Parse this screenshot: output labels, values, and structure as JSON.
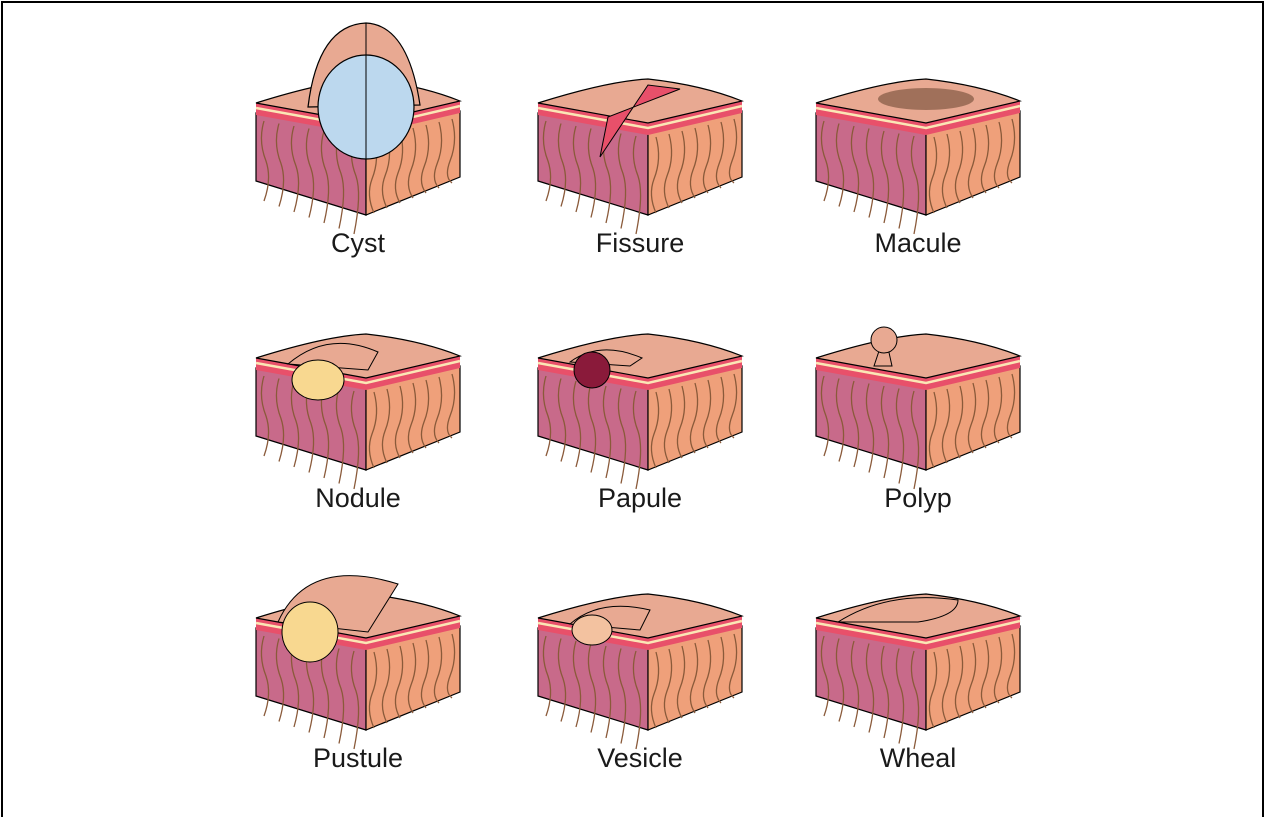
{
  "lesions": [
    {
      "key": "cyst",
      "label": "Cyst"
    },
    {
      "key": "fissure",
      "label": "Fissure"
    },
    {
      "key": "macule",
      "label": "Macule"
    },
    {
      "key": "nodule",
      "label": "Nodule"
    },
    {
      "key": "papule",
      "label": "Papule"
    },
    {
      "key": "polyp",
      "label": "Polyp"
    },
    {
      "key": "pustule",
      "label": "Pustule"
    },
    {
      "key": "vesicle",
      "label": "Vesicle"
    },
    {
      "key": "wheal",
      "label": "Wheal"
    }
  ],
  "colors": {
    "epidermis_top": "#e8a992",
    "epidermis_edge": "#d46a6a",
    "pink_layer": "#e8506a",
    "cream_layer": "#fbe6b5",
    "dermis_left": "#c86a8a",
    "dermis_right": "#efa07a",
    "vessel": "#8a5a3a",
    "cyst_fluid": "#bcd8ee",
    "macule_spot": "#a0705a",
    "pustule_fill": "#f8d890",
    "papule_fill": "#8a1a3a",
    "outline": "#000000"
  }
}
